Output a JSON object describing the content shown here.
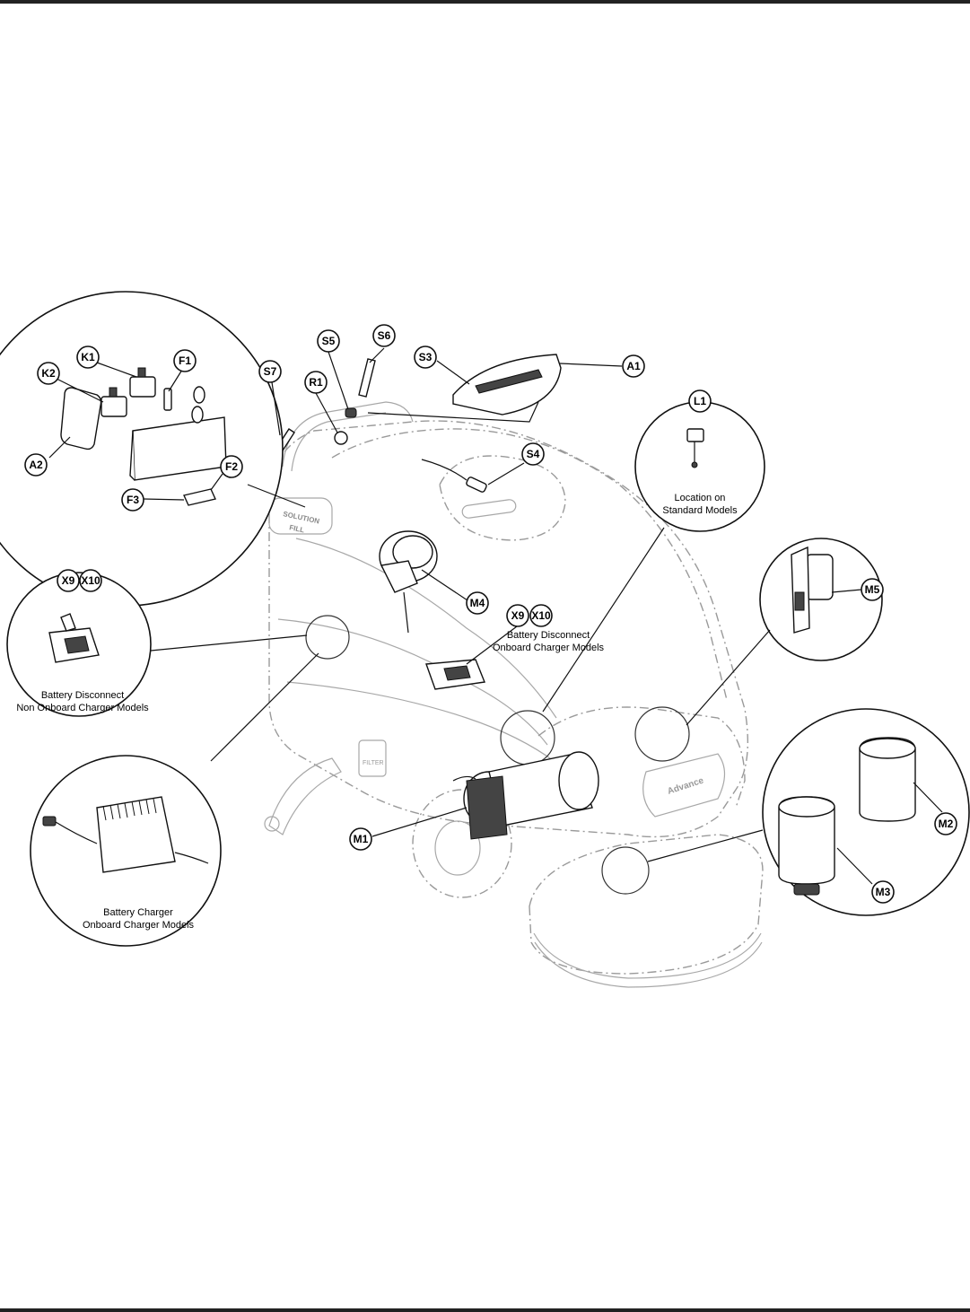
{
  "callouts": {
    "K1": "K1",
    "K2": "K2",
    "F1": "F1",
    "F2": "F2",
    "F3": "F3",
    "A2": "A2",
    "S7": "S7",
    "R1": "R1",
    "S5": "S5",
    "S6": "S6",
    "S3": "S3",
    "A1": "A1",
    "S4": "S4",
    "L1": "L1",
    "M4": "M4",
    "M5": "M5",
    "M1": "M1",
    "M2": "M2",
    "M3": "M3",
    "X9a": "X9",
    "X10a": "X10",
    "X9b": "X9",
    "X10b": "X10"
  },
  "captions": {
    "l1_line1": "Location on",
    "l1_line2": "Standard Models",
    "disc_onboard_line1": "Battery Disconnect",
    "disc_onboard_line2": "Onboard Charger Models",
    "disc_non_line1": "Battery Disconnect",
    "disc_non_line2": "Non Onboard Charger Models",
    "charger_line1": "Battery Charger",
    "charger_line2": "Onboard Charger Models"
  },
  "machine_labels": {
    "solution": "SOLUTION",
    "fill": "FILL",
    "brand": "Advance",
    "filter": "FILTER"
  }
}
